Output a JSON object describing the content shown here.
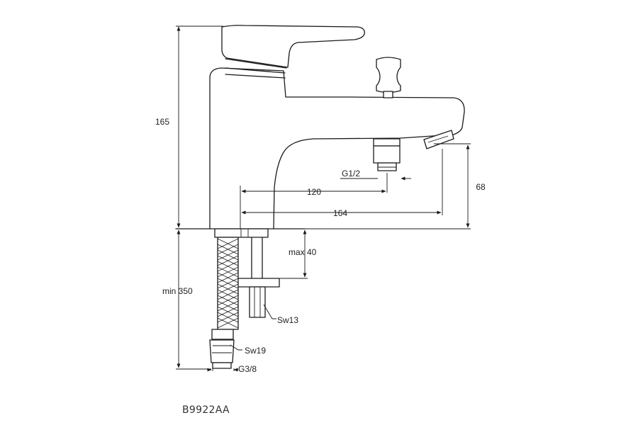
{
  "dimensions": {
    "height_total": "165",
    "spout_height": "68",
    "outlet_distance_120": "120",
    "outlet_distance_164": "164",
    "shower_connection": "G1/2",
    "deck_thickness": "max 40",
    "hose_length": "min 350",
    "nut_wrench": "Sw13",
    "hose_wrench": "Sw19",
    "hose_thread": "G3/8"
  },
  "product_code": "B9922AA"
}
